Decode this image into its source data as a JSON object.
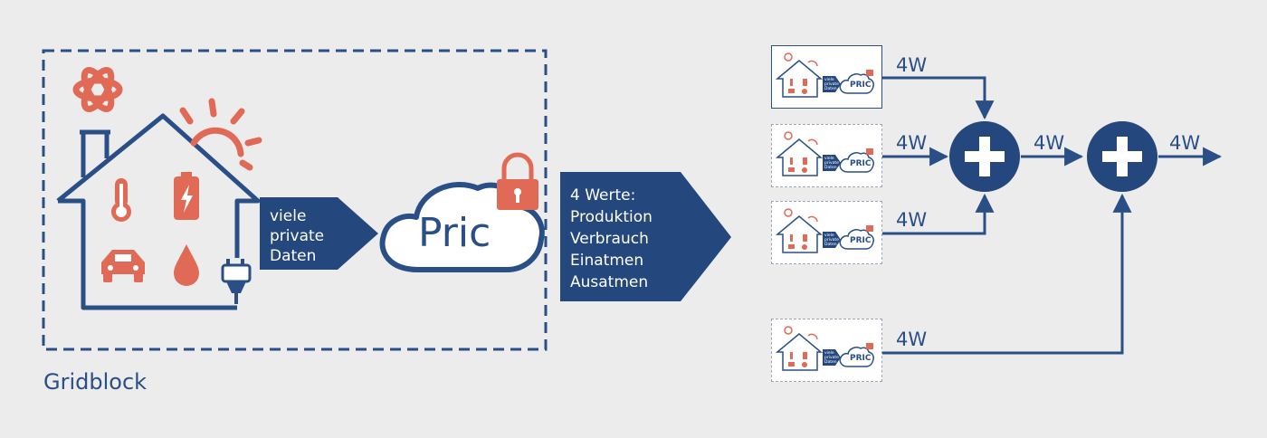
{
  "diagram": {
    "gridblock_label": "Gridblock",
    "private_data_lines": [
      "viele",
      "private",
      "Daten"
    ],
    "cloud_label": "Pric",
    "values_lines": [
      "4 Werte:",
      "Produktion",
      "Verbrauch",
      "Einatmen",
      "Ausatmen"
    ],
    "thumbnail": {
      "data_lines": [
        "viele",
        "private",
        "Daten"
      ],
      "cloud_label": "PRIC"
    },
    "edge_labels": {
      "g1": "4W",
      "g2": "4W",
      "g3": "4W",
      "g4": "4W",
      "sum1_out": "4W",
      "sum2_out": "4W"
    },
    "colors": {
      "navy": "#2a4e86",
      "dark_navy": "#24477e",
      "coral": "#e06a55",
      "background": "#ececec"
    }
  }
}
